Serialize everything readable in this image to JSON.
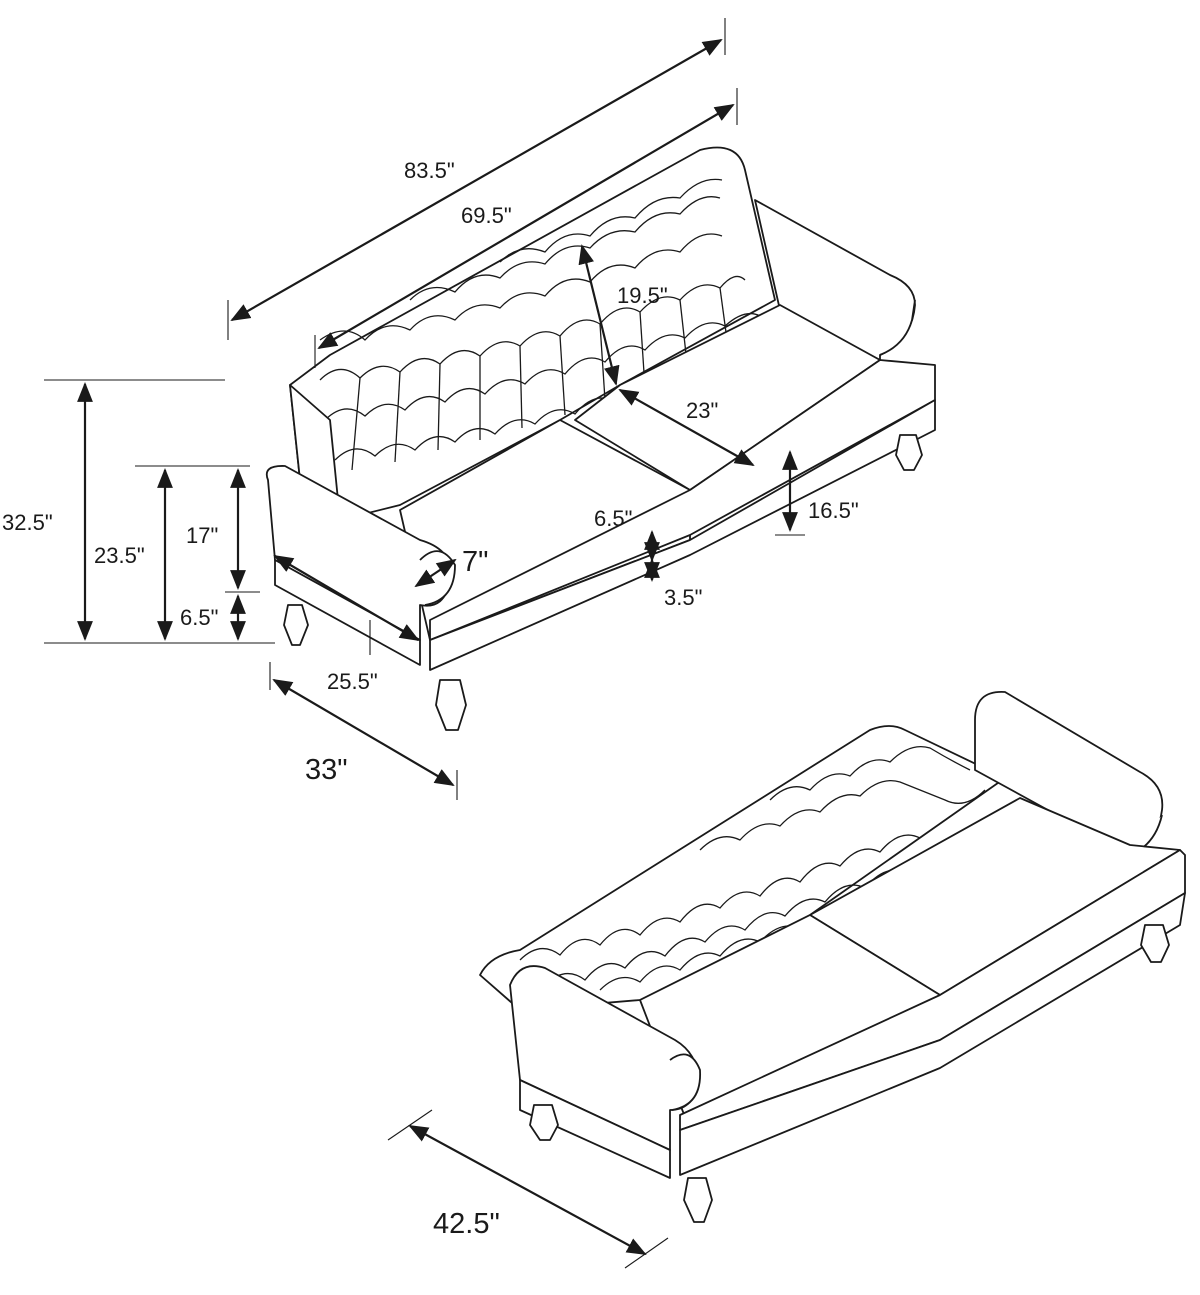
{
  "dimensions": {
    "overall_width": "83.5\"",
    "seat_width": "69.5\"",
    "back_height": "19.5\"",
    "seat_depth": "23\"",
    "overall_height": "32.5\"",
    "arm_height": "23.5\"",
    "seat_height": "17\"",
    "leg_height": "6.5\"",
    "arm_width": "7\"",
    "cushion_thickness": "6.5\"",
    "cushion_gap": "3.5\"",
    "seat_height_right": "16.5\"",
    "inner_depth": "25.5\"",
    "overall_depth": "33\"",
    "bed_depth": "42.5\""
  }
}
